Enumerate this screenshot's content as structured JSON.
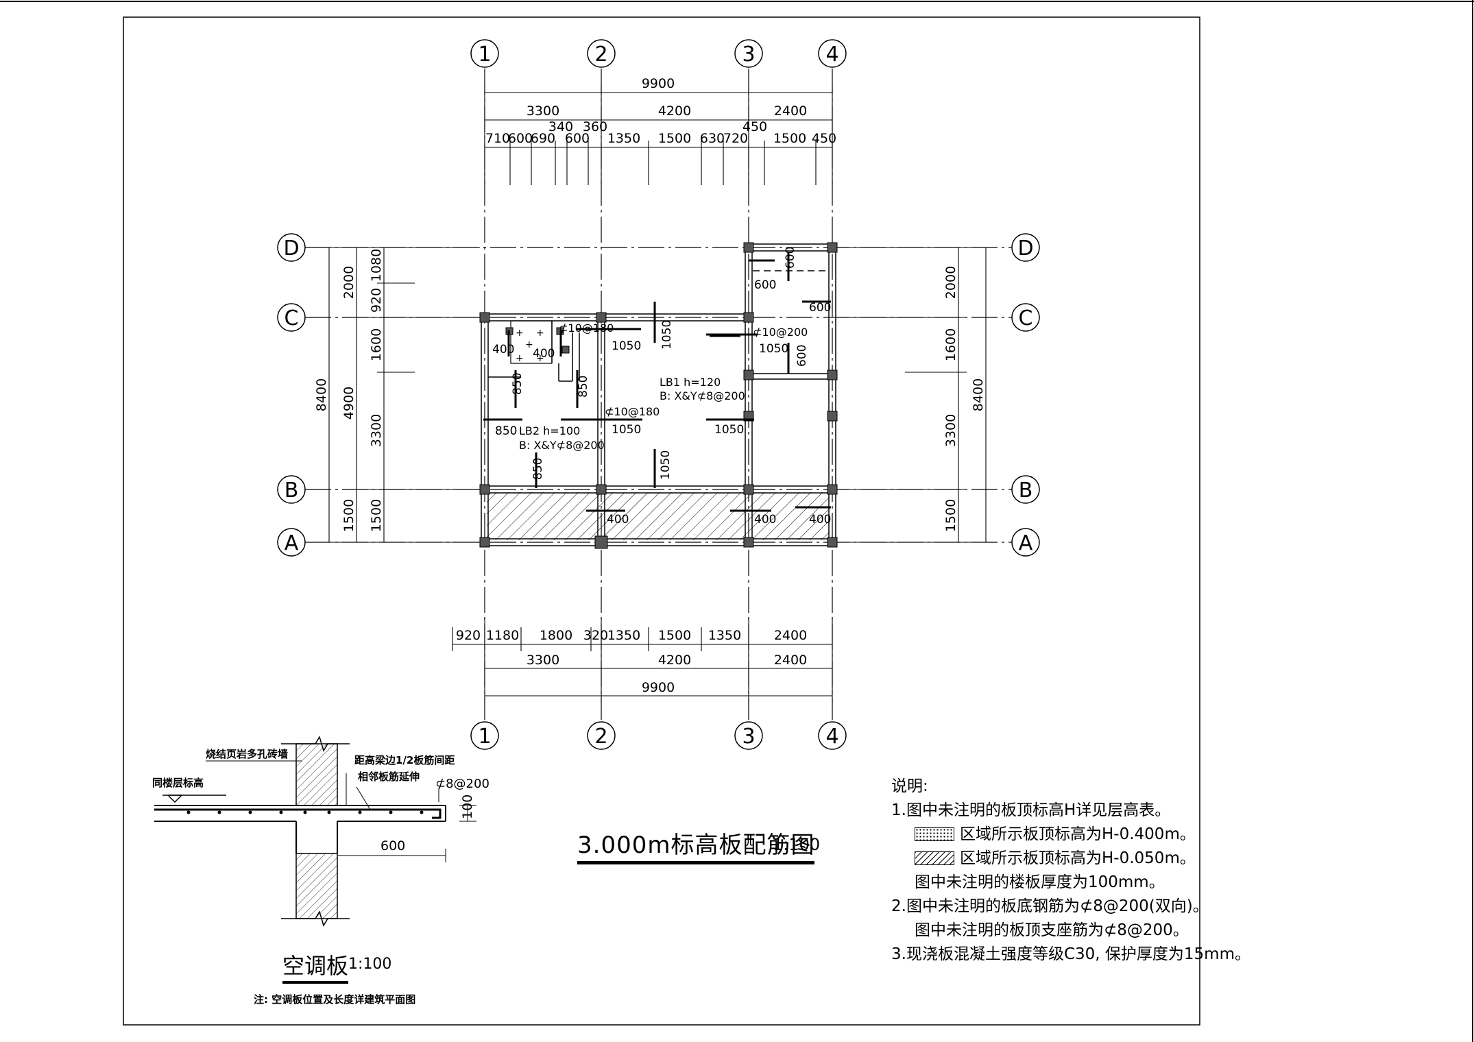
{
  "grid": {
    "cols": [
      "1",
      "2",
      "3",
      "4"
    ],
    "rows": [
      "D",
      "C",
      "B",
      "A"
    ]
  },
  "dims_top": {
    "total": "9900",
    "bays": [
      "3300",
      "4200",
      "2400"
    ],
    "detail": [
      "710",
      "600",
      "690",
      "600",
      "1350",
      "1500",
      "630",
      "720",
      "1500",
      "450"
    ],
    "extra": [
      "340",
      "360",
      "450"
    ]
  },
  "dims_bottom": {
    "detail": [
      "920",
      "1180",
      "1800",
      "320",
      "1350",
      "1500",
      "1350",
      "2400"
    ],
    "bays": [
      "3300",
      "4200",
      "2400"
    ],
    "total": "9900"
  },
  "dims_left": {
    "total": "8400",
    "mid": [
      "2000",
      "4900",
      "1500"
    ],
    "inner": [
      "1080",
      "920",
      "1600",
      "3300",
      "1500"
    ]
  },
  "dims_right": {
    "total": "8400",
    "segs": [
      "2000",
      "1600",
      "3300",
      "1500"
    ]
  },
  "slabs": {
    "lb1_name": "LB1 h=120",
    "lb1_rebar": "B: X&Y⊄8@200",
    "lb2_name": "LB2 h=100",
    "lb2_rebar": "B: X&Y⊄8@200"
  },
  "rebar": {
    "r1": "⊄10@180",
    "r2": "⊄10@200",
    "r3": "⊄10@180"
  },
  "bar_lengths": {
    "l400": "400",
    "l850": "850",
    "l1050": "1050",
    "l600": "600"
  },
  "title": {
    "main": "3.000m标高板配筋图",
    "scale": "1:100"
  },
  "notes": {
    "head": "说明:",
    "n1": "1.图中未注明的板顶标高H详见层高表。",
    "n1a": "区域所示板顶标高为H-0.400m。",
    "n1b": "区域所示板顶标高为H-0.050m。",
    "n1c": "图中未注明的楼板厚度为100mm。",
    "n2": "2.图中未注明的板底钢筋为⊄8@200(双向)。",
    "n2a": "图中未注明的板顶支座筋为⊄8@200。",
    "n3": "3.现浇板混凝土强度等级C30, 保护厚度为15mm。"
  },
  "detail": {
    "title": "空调板",
    "scale": "1:100",
    "wall": "烧结页岩多孔砖墙",
    "anchor": "距高梁边1/2板筋间距",
    "extend": "相邻板筋延伸",
    "level": "同楼层标高",
    "rebar": "⊄8@200",
    "thick": "100",
    "length": "600",
    "note": "注: 空调板位置及长度详建筑平面图"
  }
}
